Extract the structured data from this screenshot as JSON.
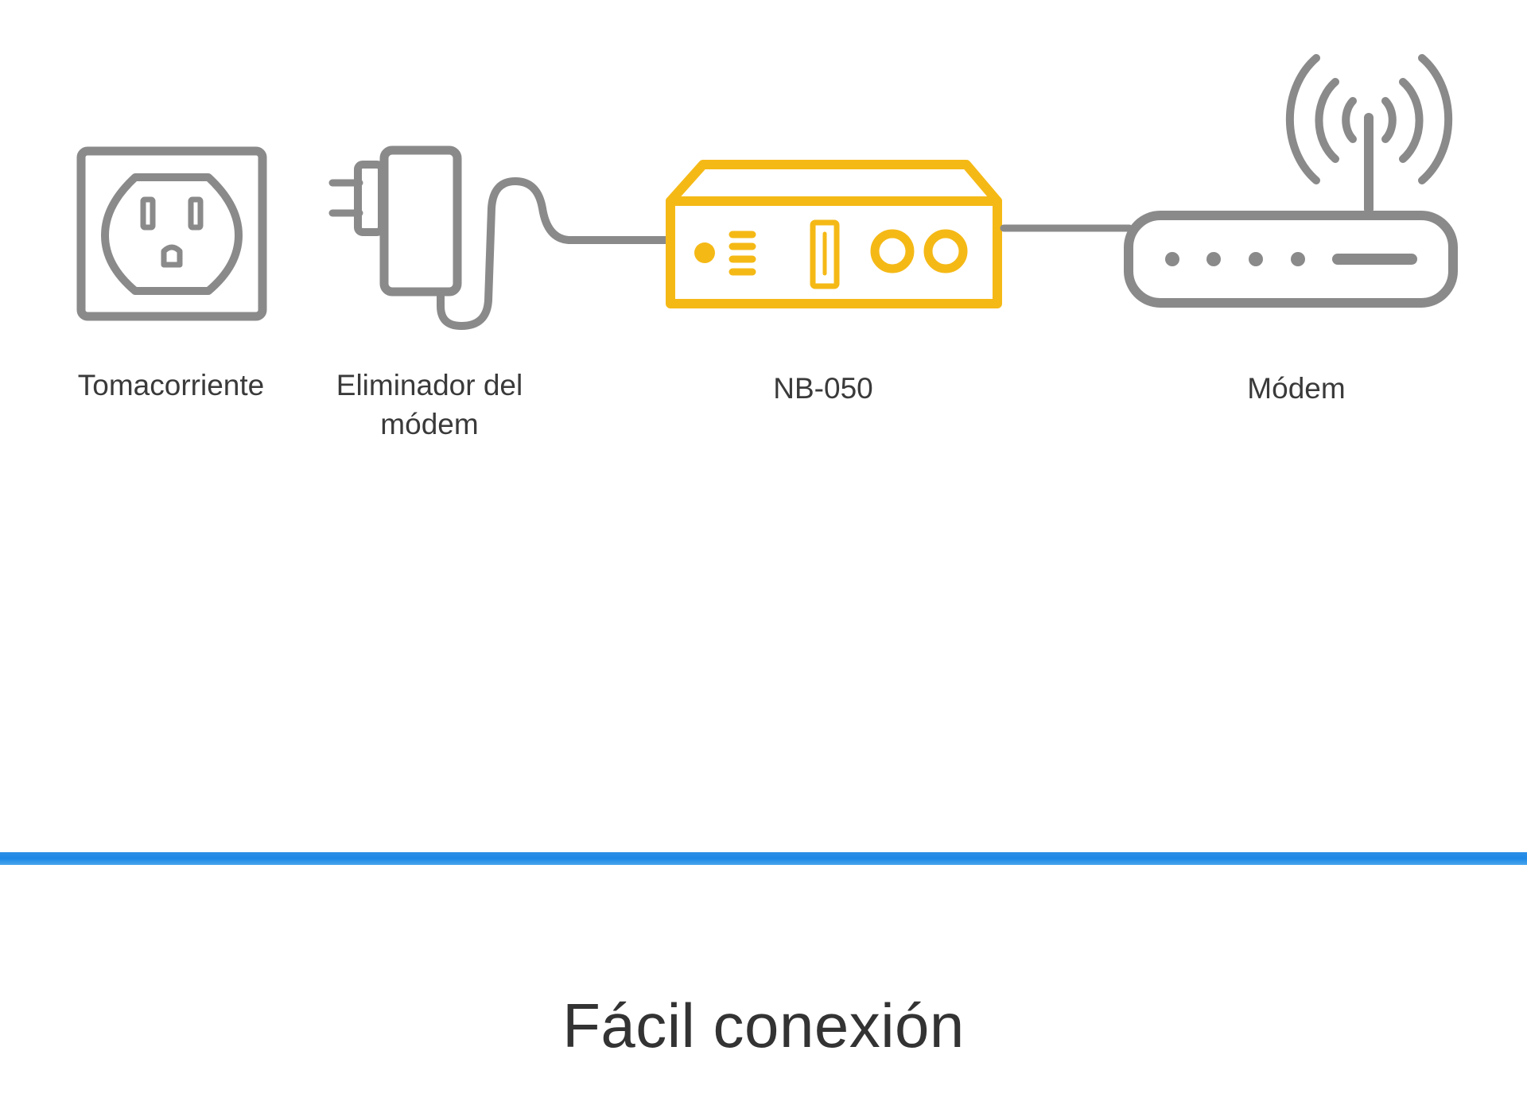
{
  "diagram": {
    "nodes": [
      {
        "id": "outlet",
        "label": "Tomacorriente",
        "icon": "power-outlet-icon"
      },
      {
        "id": "adapter",
        "label": "Eliminador del\nmódem",
        "icon": "power-adapter-icon"
      },
      {
        "id": "nb050",
        "label": "NB-050",
        "icon": "nb050-device-icon"
      },
      {
        "id": "modem",
        "label": "Módem",
        "icon": "wifi-modem-icon"
      }
    ],
    "colors": {
      "gray": "#8a8a8a",
      "highlight": "#f5b916",
      "divider": "#1e88e5",
      "text": "#3a3a3a"
    }
  },
  "footer": {
    "title": "Fácil conexión"
  }
}
